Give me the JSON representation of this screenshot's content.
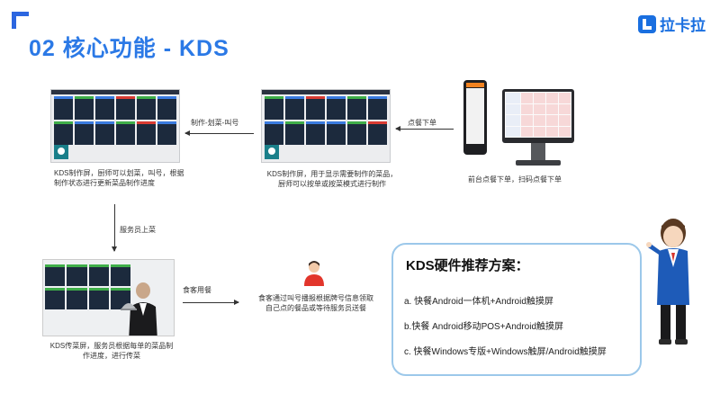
{
  "header": {
    "title": "02 核心功能 - KDS",
    "brand": "拉卡拉"
  },
  "diagram": {
    "labels": {
      "order_arrow": "点餐下单",
      "produce_arrow": "制作-划菜-叫号",
      "serve_arrow": "服务员上菜",
      "dine_arrow": "食客用餐"
    },
    "captions": {
      "pos": "前台点餐下单，扫码点餐下单",
      "kds_production": "KDS制作屏，用于显示需要制作的菜品，厨师可以按单或按菜模式进行制作",
      "kds_marking": "KDS制作屏，厨师可以划菜，叫号，根据制作状态进行更新菜品制作进度",
      "kds_serving": "KDS传菜屏，服务员根据每单的菜品制作进度，进行传菜",
      "customer": "食客通过叫号播报根据牌号信息领取自己点的餐品或等待服务员送餐"
    }
  },
  "recommendation": {
    "title": "KDS硬件推荐方案：",
    "items": [
      "a. 快餐Android一体机+Android触摸屏",
      "b.快餐 Android移动POS+Android触摸屏",
      "c. 快餐Windows专版+Windows触屏/Android触摸屏"
    ]
  }
}
